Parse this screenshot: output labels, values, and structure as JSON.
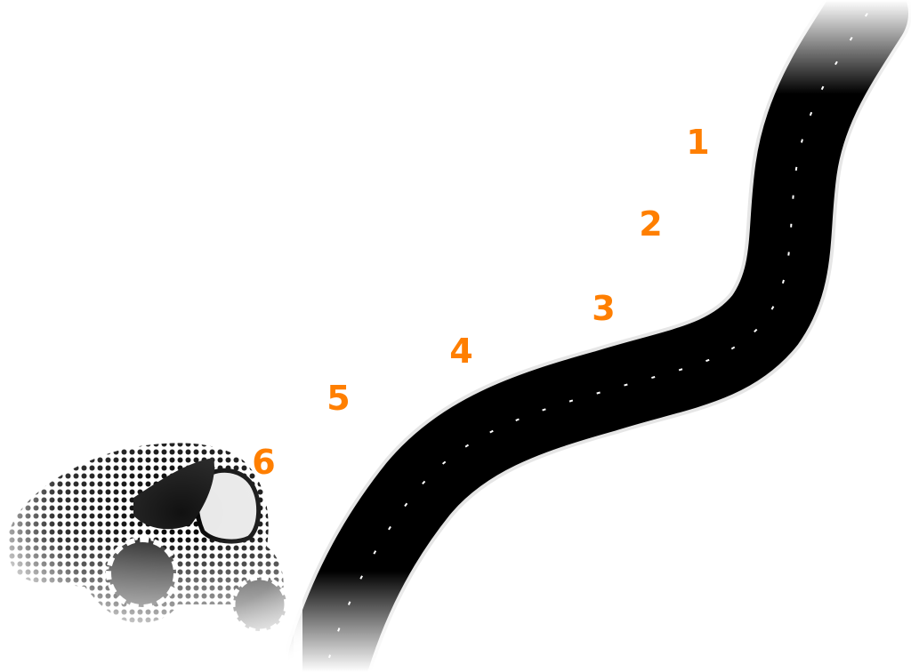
{
  "illustration": {
    "description": "Halftone car beside a winding road with numbered steps",
    "accent_color": "#FF7F00",
    "road_color": "#000000",
    "steps": [
      {
        "label": "1"
      },
      {
        "label": "2"
      },
      {
        "label": "3"
      },
      {
        "label": "4"
      },
      {
        "label": "5"
      },
      {
        "label": "6"
      }
    ]
  }
}
